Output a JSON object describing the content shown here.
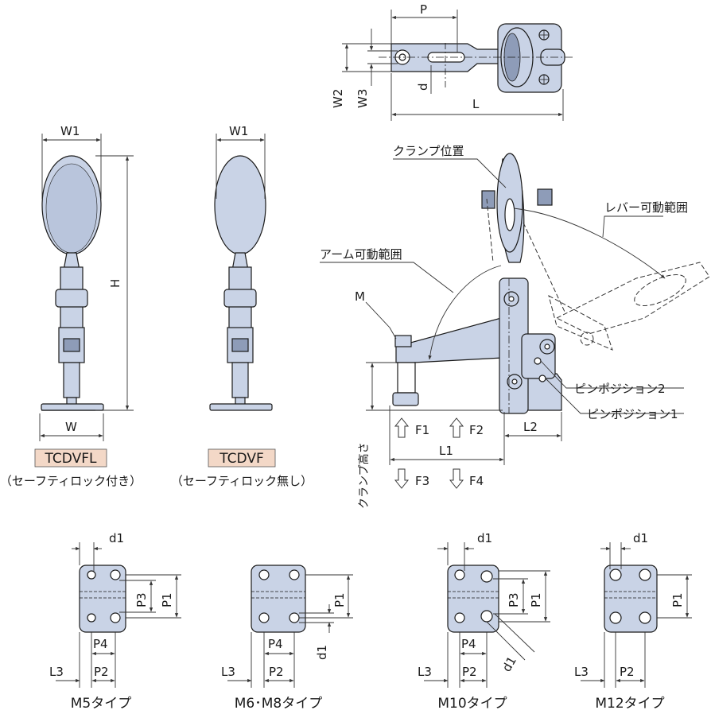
{
  "colors": {
    "part_fill": "#c9d3e6",
    "part_dark": "#8e9cb8",
    "line": "#1a1a1a",
    "dim": "#333333",
    "tag_fill": "#f3d8c7",
    "tag_border": "#555555"
  },
  "top_view": {
    "labels": {
      "p": "P",
      "w2": "W2",
      "w3": "W3",
      "d": "d",
      "l": "L"
    }
  },
  "front_views": {
    "left": {
      "w1": "W1",
      "h": "H",
      "w": "W",
      "model": "TCDVFL",
      "note": "（セーフティロック付き）"
    },
    "right": {
      "w1": "W1",
      "model": "TCDVF",
      "note": "（セーフティロック無し）"
    }
  },
  "side_view": {
    "labels": {
      "clamp_position": "クランプ位置",
      "lever_range": "レバー可動範囲",
      "arm_range": "アーム可動範囲",
      "m": "M",
      "pin_position_2": "ピンポジション2",
      "pin_position_1": "ピンポジション1",
      "f1": "F1",
      "f2": "F2",
      "f3": "F3",
      "f4": "F4",
      "l1": "L1",
      "l2": "L2",
      "clamp_height": "クランプ高さ"
    }
  },
  "base_types": [
    {
      "caption": "M5タイプ",
      "labels": {
        "d1": "d1",
        "p1": "P1",
        "p3": "P3",
        "p4": "P4",
        "l3": "L3",
        "p2": "P2"
      }
    },
    {
      "caption": "M6･M8タイプ",
      "labels": {
        "d1": "d1",
        "p1": "P1",
        "p4": "P4",
        "l3": "L3",
        "p2": "P2"
      }
    },
    {
      "caption": "M10タイプ",
      "labels": {
        "d1": "d1",
        "p1": "P1",
        "p3": "P3",
        "p4": "P4",
        "l3": "L3",
        "p2": "P2",
        "d1_angled": "d1"
      }
    },
    {
      "caption": "M12タイプ",
      "labels": {
        "d1": "d1",
        "p1": "P1",
        "l3": "L3",
        "p2": "P2"
      }
    }
  ]
}
